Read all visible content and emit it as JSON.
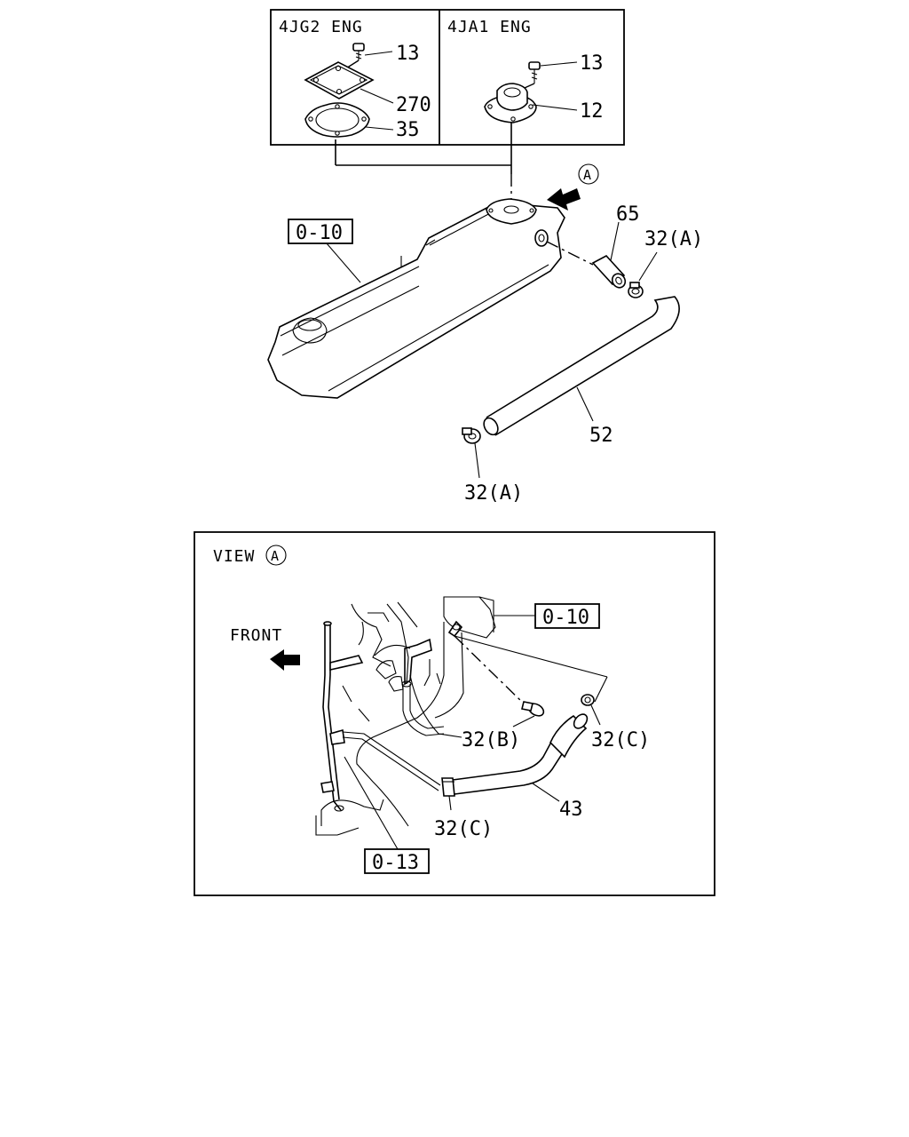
{
  "insets": {
    "left_header": "4JG2 ENG",
    "right_header": "4JA1 ENG"
  },
  "callouts": {
    "bolt_13_left": "13",
    "plate_270": "270",
    "gasket_35": "35",
    "bolt_13_right": "13",
    "cap_12": "12",
    "pipe_65": "65",
    "clip_32a_top": "32(A)",
    "hose_52": "52",
    "clip_32a_bottom": "32(A)",
    "hose_43": "43",
    "clip_32b": "32(B)",
    "clip_32c_right": "32(C)",
    "clip_32c_bottom": "32(C)"
  },
  "refs": {
    "ref_0_10_top": "0-10",
    "ref_0_10_view": "0-10",
    "ref_0_13": "0-13"
  },
  "view": {
    "title": "VIEW",
    "front_label": "FRONT",
    "marker": "A"
  },
  "view_marker_top": "A"
}
